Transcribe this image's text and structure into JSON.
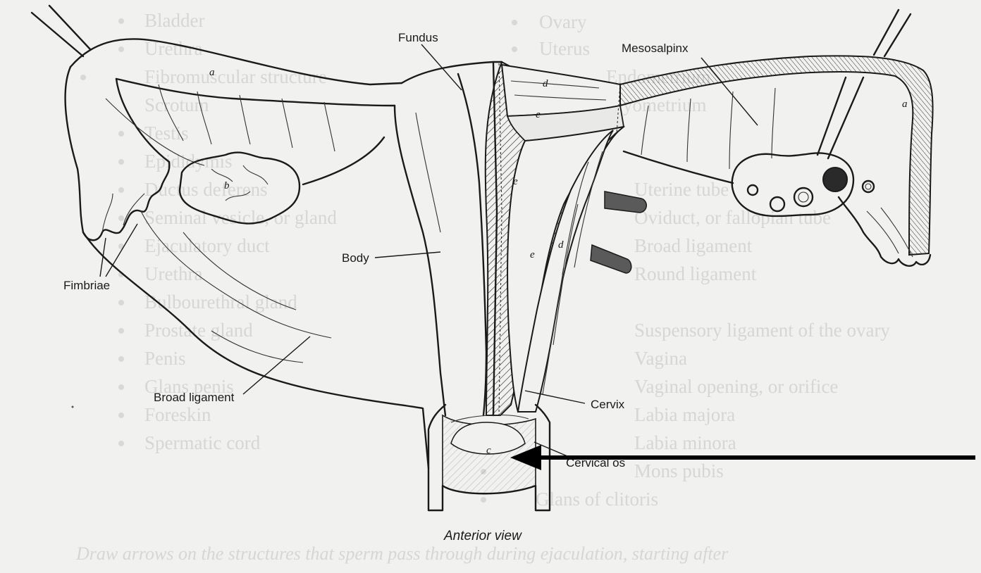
{
  "background_text": {
    "left": [
      "Bladder",
      "Urethra",
      "Fibromuscular structure",
      "Scrotum",
      "Testis",
      "Epididymis",
      "Ductus deferens",
      "Seminal vesicle, or gland",
      "Ejaculatory duct",
      "Urethra",
      "Bulbourethral gland",
      "Prostate gland",
      "Penis",
      "Glans penis",
      "Foreskin",
      "Spermatic cord"
    ],
    "right": [
      "Ovary",
      "Uterus",
      "Endometrium",
      "Myometrium",
      "Uterine tube",
      "Oviduct, or fallopian tube",
      "Broad ligament",
      "Round ligament",
      "Suspensory ligament of the ovary",
      "Vagina",
      "Vaginal opening, or orifice",
      "Labia majora",
      "Labia minora",
      "Mons pubis",
      "Glans of clitoris"
    ],
    "bottom": "Draw arrows on the structures that sperm pass through during ejaculation, starting after"
  },
  "labels": {
    "fundus": "Fundus",
    "mesosalpinx": "Mesosalpinx",
    "body": "Body",
    "fimbriae": "Fimbriae",
    "broad_ligament": "Broad ligament",
    "cervix": "Cervix",
    "cervical_os": "Cervical os"
  },
  "letters": {
    "a_left": "a",
    "a_right": "a",
    "b": "b",
    "c": "c",
    "d_top": "d",
    "d_mid": "d",
    "e_top": "e",
    "e_mid": "e",
    "e_low": "e"
  },
  "title": "Anterior view",
  "colors": {
    "ink": "#1a1a1a",
    "paper": "#f1f1ef",
    "faint_text": "#d6d6d4",
    "ovary_dark": "#2a2a2a"
  }
}
